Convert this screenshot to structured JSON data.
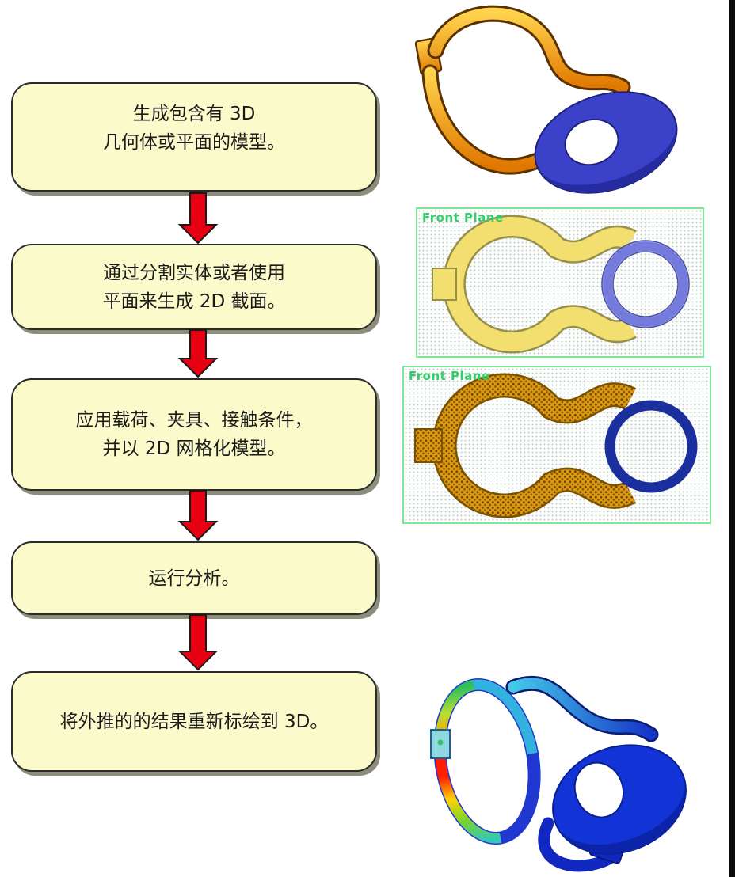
{
  "flowchart": {
    "steps": [
      {
        "id": 1,
        "lines": [
          "生成包含有 3D",
          "几何体或平面的模型。"
        ]
      },
      {
        "id": 2,
        "lines": [
          "通过分割实体或者使用",
          "平面来生成 2D 截面。"
        ]
      },
      {
        "id": 3,
        "lines": [
          "应用载荷、夹具、接触条件，",
          "并以 2D 网格化模型。"
        ]
      },
      {
        "id": 4,
        "lines": [
          "运行分析。"
        ]
      },
      {
        "id": 5,
        "lines": [
          "将外推的的结果重新标绘到 3D。"
        ]
      }
    ],
    "style": {
      "box_fill": "#fbfacb",
      "box_border": "#2b2b2b",
      "box_shadow": "#8d8d7b",
      "arrow_fill": "#e60012",
      "arrow_outline": "#1a1a1a",
      "text_color": "#1a1a1a"
    }
  },
  "panels": {
    "model_3d": {
      "icon": "clamp-assembly-3d"
    },
    "sketch": {
      "label": "Front Plane",
      "icon": "section-sketch-2d"
    },
    "mesh": {
      "label": "Front Plane",
      "icon": "section-mesh-2d"
    },
    "result": {
      "icon": "stress-result-3d"
    }
  },
  "colors": {
    "plane_label_green": "#35cc6b",
    "plane_border_green": "#7de69b",
    "band_orange": "#e07800",
    "band_yellow_2d": "#f2df70",
    "ring_blue_2d": "#747bdc",
    "ring_navy_mesh": "#1b2f9e",
    "cylinder_blue": "#3b41c8",
    "result_blue": "#1233d6",
    "stress_red": "#ff1e00",
    "page_right_border": "#0c0c0c"
  }
}
